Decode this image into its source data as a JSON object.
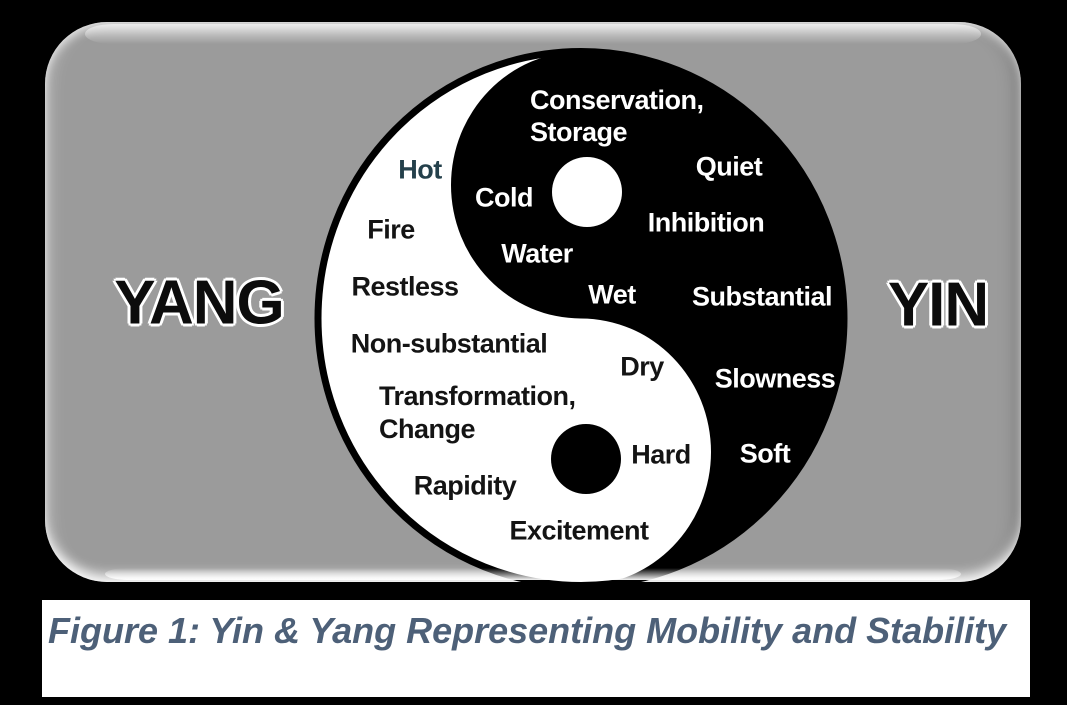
{
  "figure": {
    "side_labels": {
      "left": "YANG",
      "right": "YIN"
    },
    "caption": "Figure 1: Yin & Yang Representing Mobility and Stability",
    "symbol": {
      "name": "yin-yang",
      "white_side": "yang",
      "black_side": "yin"
    },
    "yang_labels": {
      "hot": "Hot",
      "fire": "Fire",
      "restless": "Restless",
      "non_substantial": "Non-substantial",
      "transformation_line1": "Transformation,",
      "transformation_line2": "Change",
      "rapidity": "Rapidity",
      "excitement": "Excitement",
      "dry": "Dry",
      "hard": "Hard"
    },
    "yin_labels": {
      "conservation_line1": "Conservation,",
      "conservation_line2": "Storage",
      "quiet": "Quiet",
      "inhibition": "Inhibition",
      "cold": "Cold",
      "water": "Water",
      "wet": "Wet",
      "substantial": "Substantial",
      "slowness": "Slowness",
      "soft": "Soft"
    },
    "colors": {
      "background": "#000000",
      "plaque": "#9b9b9b",
      "black": "#000000",
      "white": "#ffffff",
      "hot_text": "#24404b",
      "dark_text": "#141414",
      "caption_text": "#4d6078"
    }
  }
}
